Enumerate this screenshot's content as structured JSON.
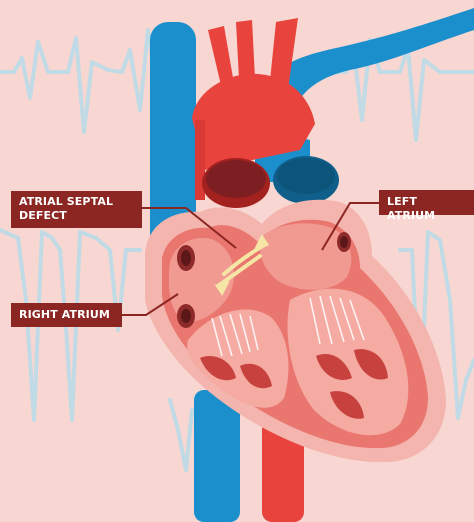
{
  "labels": {
    "atrial_septal_defect": "ATRIAL SEPTAL\nDEFECT",
    "left_atrium": "LEFT ATRIUM",
    "right_atrium": "RIGHT ATRIUM"
  },
  "colors": {
    "background": "#f8d7d2",
    "ecg_line": "#b9dbe8",
    "vein_blue": "#1b8fcc",
    "artery_red": "#e8433d",
    "heart_outer": "#f3b5ae",
    "heart_wall": "#ea7670",
    "chamber": "#f09a92",
    "label_bg": "#8b2622",
    "flow_arrow": "#f6e6a6"
  }
}
